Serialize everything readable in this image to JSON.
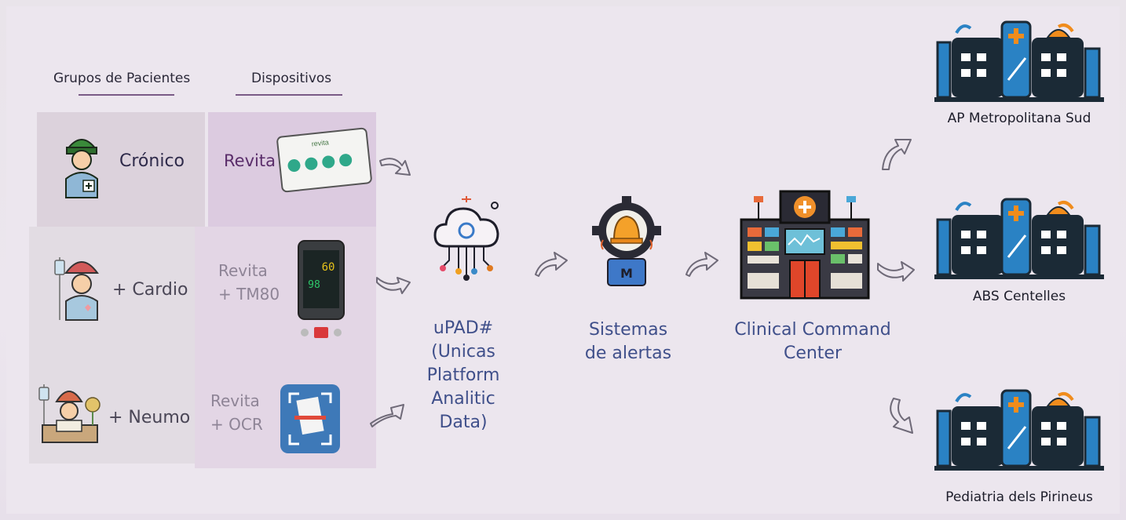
{
  "headers": {
    "patient_groups": "Grupos de Pacientes",
    "devices": "Dispositivos"
  },
  "rows": [
    {
      "group": "Crónico",
      "device": "Revita",
      "device_screen_text": "revita"
    },
    {
      "group": "+ Cardio",
      "device_line1": "Revita",
      "device_line2": "+ TM80",
      "monitor_reading": "60",
      "monitor_reading2": "98"
    },
    {
      "group": "+ Neumo",
      "device_line1": "Revita",
      "device_line2": "+ OCR"
    }
  ],
  "flow": {
    "upad": [
      "uPAD#",
      "(Unicas",
      "Platform",
      "Analitic",
      "Data)"
    ],
    "alerts": [
      "Sistemas",
      "de alertas"
    ],
    "command": [
      "Clinical Command",
      "Center"
    ],
    "alerts_badge": "M"
  },
  "sites": [
    {
      "label": "AP Metropolitana Sud"
    },
    {
      "label": "ABS Centelles"
    },
    {
      "label": "Pediatria dels Pirineus"
    }
  ],
  "colors": {
    "highlight_row": "#dfcfe2",
    "left_panel": "#e0dae1",
    "device_panel": "#e6dbe8",
    "flow_text": "#3f4f8a",
    "hospital_dark": "#1b2a36",
    "hospital_blue": "#2a82c4",
    "hospital_orange": "#f08c1c"
  }
}
